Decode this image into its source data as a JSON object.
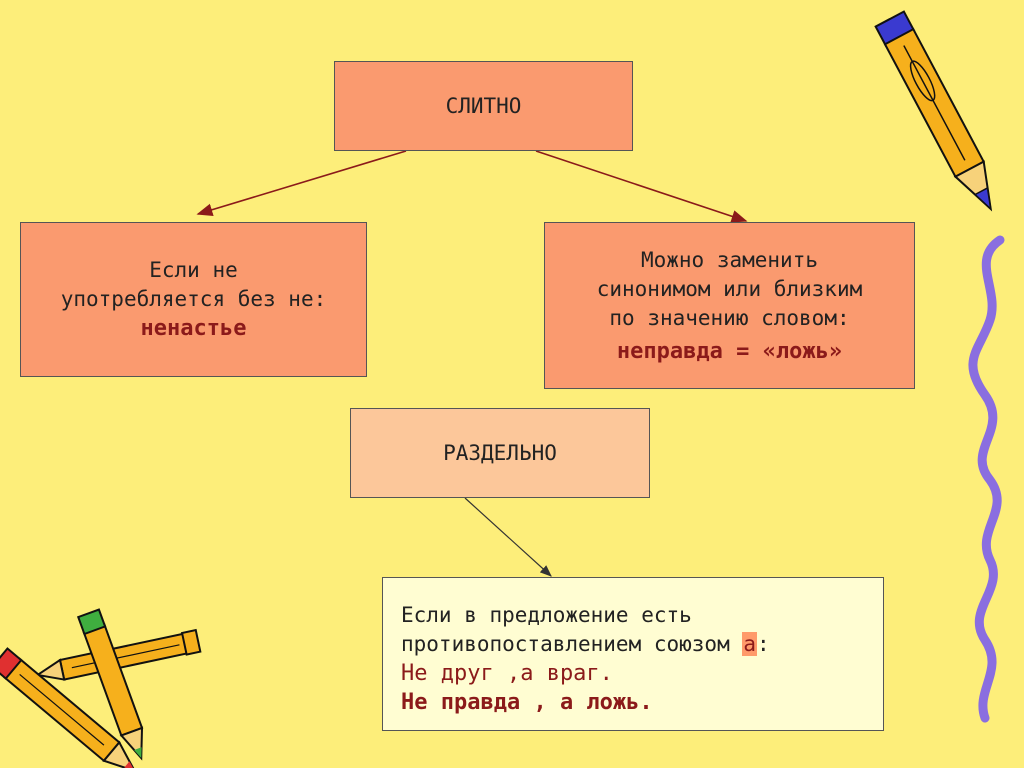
{
  "top": {
    "title": "СЛИТНО"
  },
  "left": {
    "line1": "Если не",
    "line2": "употребляется без не:",
    "example": "ненастье"
  },
  "right": {
    "line1": "Можно заменить",
    "line2": "синонимом или близким",
    "line3": "по значению словом:",
    "example": "неправда = «ложь»"
  },
  "middle": {
    "title": "РАЗДЕЛЬНО"
  },
  "bottom": {
    "line1": "Если в предложение есть",
    "line2_prefix": "противопоставлением союзом ",
    "conjunction": "а",
    "line2_suffix": ":",
    "example1": "Не друг ,а враг.",
    "example2": "Не правда , а ложь."
  },
  "colors": {
    "background": "#fdee7a",
    "box_salmon": "#fa9a6f",
    "box_peach": "#fcc79a",
    "box_cream": "#fffdd2",
    "example_text": "#8b1a1a",
    "arrow": "#8b1a1a",
    "squiggle": "#8a6ee0"
  },
  "icons": [
    "pencil-icon",
    "pencils-icon",
    "squiggle-line"
  ]
}
